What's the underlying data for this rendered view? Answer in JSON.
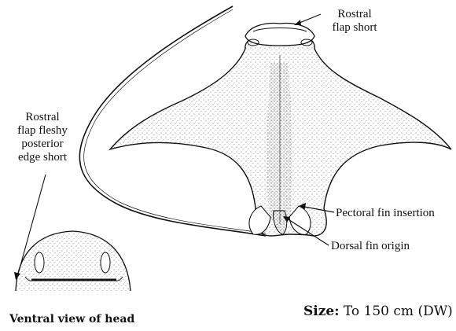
{
  "labels": {
    "rostral_flap_short": [
      "Rostral",
      "flap short"
    ],
    "rostral_flap_fleshy": [
      "Rostral",
      "flap fleshy",
      "posterior",
      "edge short"
    ],
    "pectoral_fin_insertion": "Pectoral fin insertion",
    "dorsal_fin_origin": "Dorsal fin origin",
    "ventral_view_caption": "Ventral view of head",
    "size_label": "Size:",
    "size_value": "To 150 cm (DW)"
  },
  "colors": {
    "ink": "#111111",
    "stipple": "#555555",
    "background": "#ffffff"
  }
}
